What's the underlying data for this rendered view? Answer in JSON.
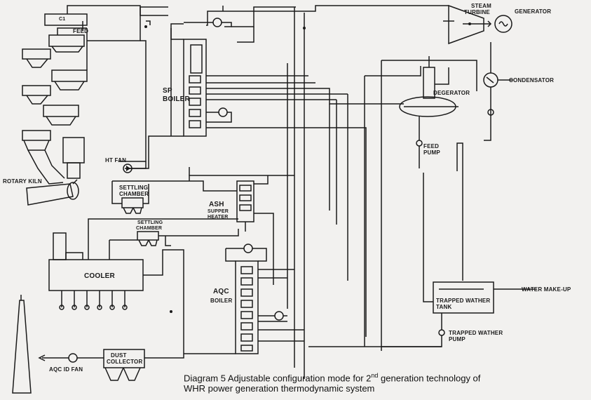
{
  "labels": {
    "feed": "FEED",
    "steam_turbine_1": "STEAM",
    "steam_turbine_2": "TURBINE",
    "generator": "GENERATOR",
    "condensator": "CONDENSATOR",
    "sp_boiler_1": "SP",
    "sp_boiler_2": "BOILER",
    "deaerator": "DEGERATOR",
    "feed_pump_1": "FEED",
    "feed_pump_2": "PUMP",
    "ht_fan": "HT FAN",
    "rotary_kiln": "ROTARY KILN",
    "settling_chamber_1a": "SETTLING",
    "settling_chamber_1b": "CHAMBER",
    "settling_chamber_2a": "SETTLING",
    "settling_chamber_2b": "CHAMBER",
    "ash_heater_1": "ASH",
    "ash_heater_2": "SUPPER",
    "ash_heater_3": "HEATER",
    "cooler": "COOLER",
    "aqc_boiler_1": "AQC",
    "aqc_boiler_2": "BOILER",
    "water_makeup": "WATER MAKE-UP",
    "trapped_tank_1": "TRAPPED WATHER",
    "trapped_tank_2": "TANK",
    "trapped_pump_1": "TRAPPED WATHER",
    "trapped_pump_2": "PUMP",
    "aqc_id_fan": "AQC ID FAN",
    "dust_collector_1": "DUST",
    "dust_collector_2": "COLLECTOR",
    "cyclone_label": "C1"
  },
  "caption": {
    "line1_pre": "Diagram 5 Adjustable configuration mode for 2",
    "line1_sup": "nd",
    "line1_post": " generation technology of",
    "line2": "WHR power generation thermodynamic system"
  }
}
